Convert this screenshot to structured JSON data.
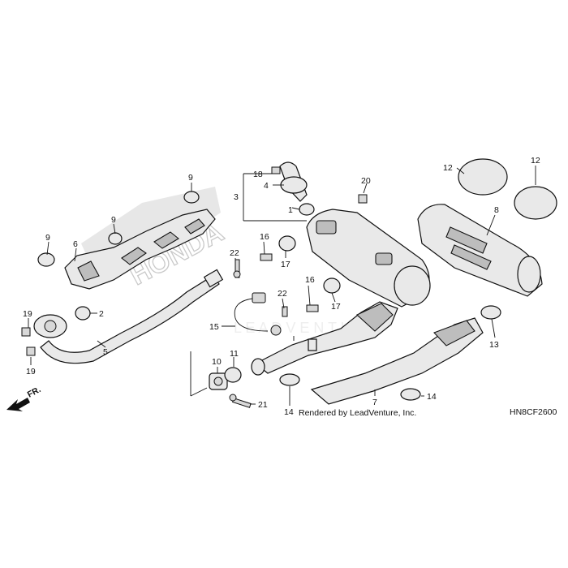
{
  "diagram": {
    "brand_watermark": "HONDA",
    "footer_text": "Rendered by LeadVenture, Inc.",
    "diagram_code": "HN8CF2600",
    "front_indicator": "FR."
  },
  "callouts": [
    {
      "id": "c1",
      "number": "1",
      "part": "gasket"
    },
    {
      "id": "c2",
      "number": "2",
      "part": "gasket-exhaust-pipe"
    },
    {
      "id": "c3",
      "number": "3",
      "part": "muffler-assembly"
    },
    {
      "id": "c4",
      "number": "4",
      "part": "joint-pipe"
    },
    {
      "id": "c5",
      "number": "5",
      "part": "exhaust-pipe"
    },
    {
      "id": "c6",
      "number": "6",
      "part": "exhaust-pipe-protector"
    },
    {
      "id": "c7",
      "number": "7",
      "part": "lower-protector"
    },
    {
      "id": "c8",
      "number": "8",
      "part": "muffler-protector"
    },
    {
      "id": "c9a",
      "number": "9",
      "part": "band"
    },
    {
      "id": "c9b",
      "number": "9",
      "part": "band"
    },
    {
      "id": "c9c",
      "number": "9",
      "part": "band"
    },
    {
      "id": "c10",
      "number": "10",
      "part": "clamp"
    },
    {
      "id": "c11",
      "number": "11",
      "part": "gasket-ring"
    },
    {
      "id": "c12a",
      "number": "12",
      "part": "band"
    },
    {
      "id": "c12b",
      "number": "12",
      "part": "band"
    },
    {
      "id": "c13",
      "number": "13",
      "part": "band"
    },
    {
      "id": "c14a",
      "number": "14",
      "part": "band"
    },
    {
      "id": "c14b",
      "number": "14",
      "part": "band"
    },
    {
      "id": "c15",
      "number": "15",
      "part": "oxygen-sensor"
    },
    {
      "id": "c16a",
      "number": "16",
      "part": "collar"
    },
    {
      "id": "c16b",
      "number": "16",
      "part": "collar"
    },
    {
      "id": "c17a",
      "number": "17",
      "part": "rubber-mount"
    },
    {
      "id": "c17b",
      "number": "17",
      "part": "rubber-mount"
    },
    {
      "id": "c18",
      "number": "18",
      "part": "bolt"
    },
    {
      "id": "c19a",
      "number": "19",
      "part": "nut"
    },
    {
      "id": "c19b",
      "number": "19",
      "part": "nut"
    },
    {
      "id": "c20",
      "number": "20",
      "part": "nut"
    },
    {
      "id": "c21",
      "number": "21",
      "part": "bolt"
    },
    {
      "id": "c22a",
      "number": "22",
      "part": "bolt"
    },
    {
      "id": "c22b",
      "number": "22",
      "part": "bolt"
    }
  ]
}
